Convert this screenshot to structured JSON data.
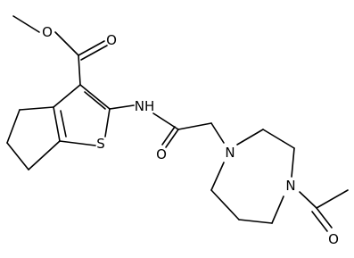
{
  "structure": {
    "atoms": {
      "ester_o_single": "O",
      "ester_o_double": "O",
      "amide_nh": "NH",
      "thiophene_s": "S",
      "amide_o": "O",
      "diazepane_n1": "N",
      "diazepane_n4": "N",
      "acetyl_o": "O"
    },
    "colors": {
      "bond": "#000000",
      "label": "#000000",
      "background": "#ffffff"
    }
  }
}
